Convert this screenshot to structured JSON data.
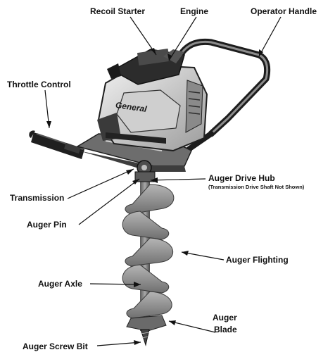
{
  "diagram": {
    "labels": {
      "recoil_starter": "Recoil Starter",
      "engine": "Engine",
      "operator_handle": "Operator Handle",
      "throttle_control": "Throttle Control",
      "auger_drive_hub": "Auger Drive Hub",
      "auger_drive_hub_note": "(Transmission Drive Shaft Not Shown)",
      "transmission": "Transmission",
      "auger_pin": "Auger Pin",
      "auger_flighting": "Auger Flighting",
      "auger_axle": "Auger Axle",
      "auger_blade_line1": "Auger",
      "auger_blade_line2": "Blade",
      "auger_screw_bit": "Auger Screw Bit"
    },
    "engine_brand_text": "General"
  },
  "colors": {
    "ink": "#111111",
    "metal_light": "#d8d8d8",
    "metal_mid": "#9a9a9a",
    "metal_dark": "#2a2a2a",
    "auger": "#8e8e8e"
  }
}
